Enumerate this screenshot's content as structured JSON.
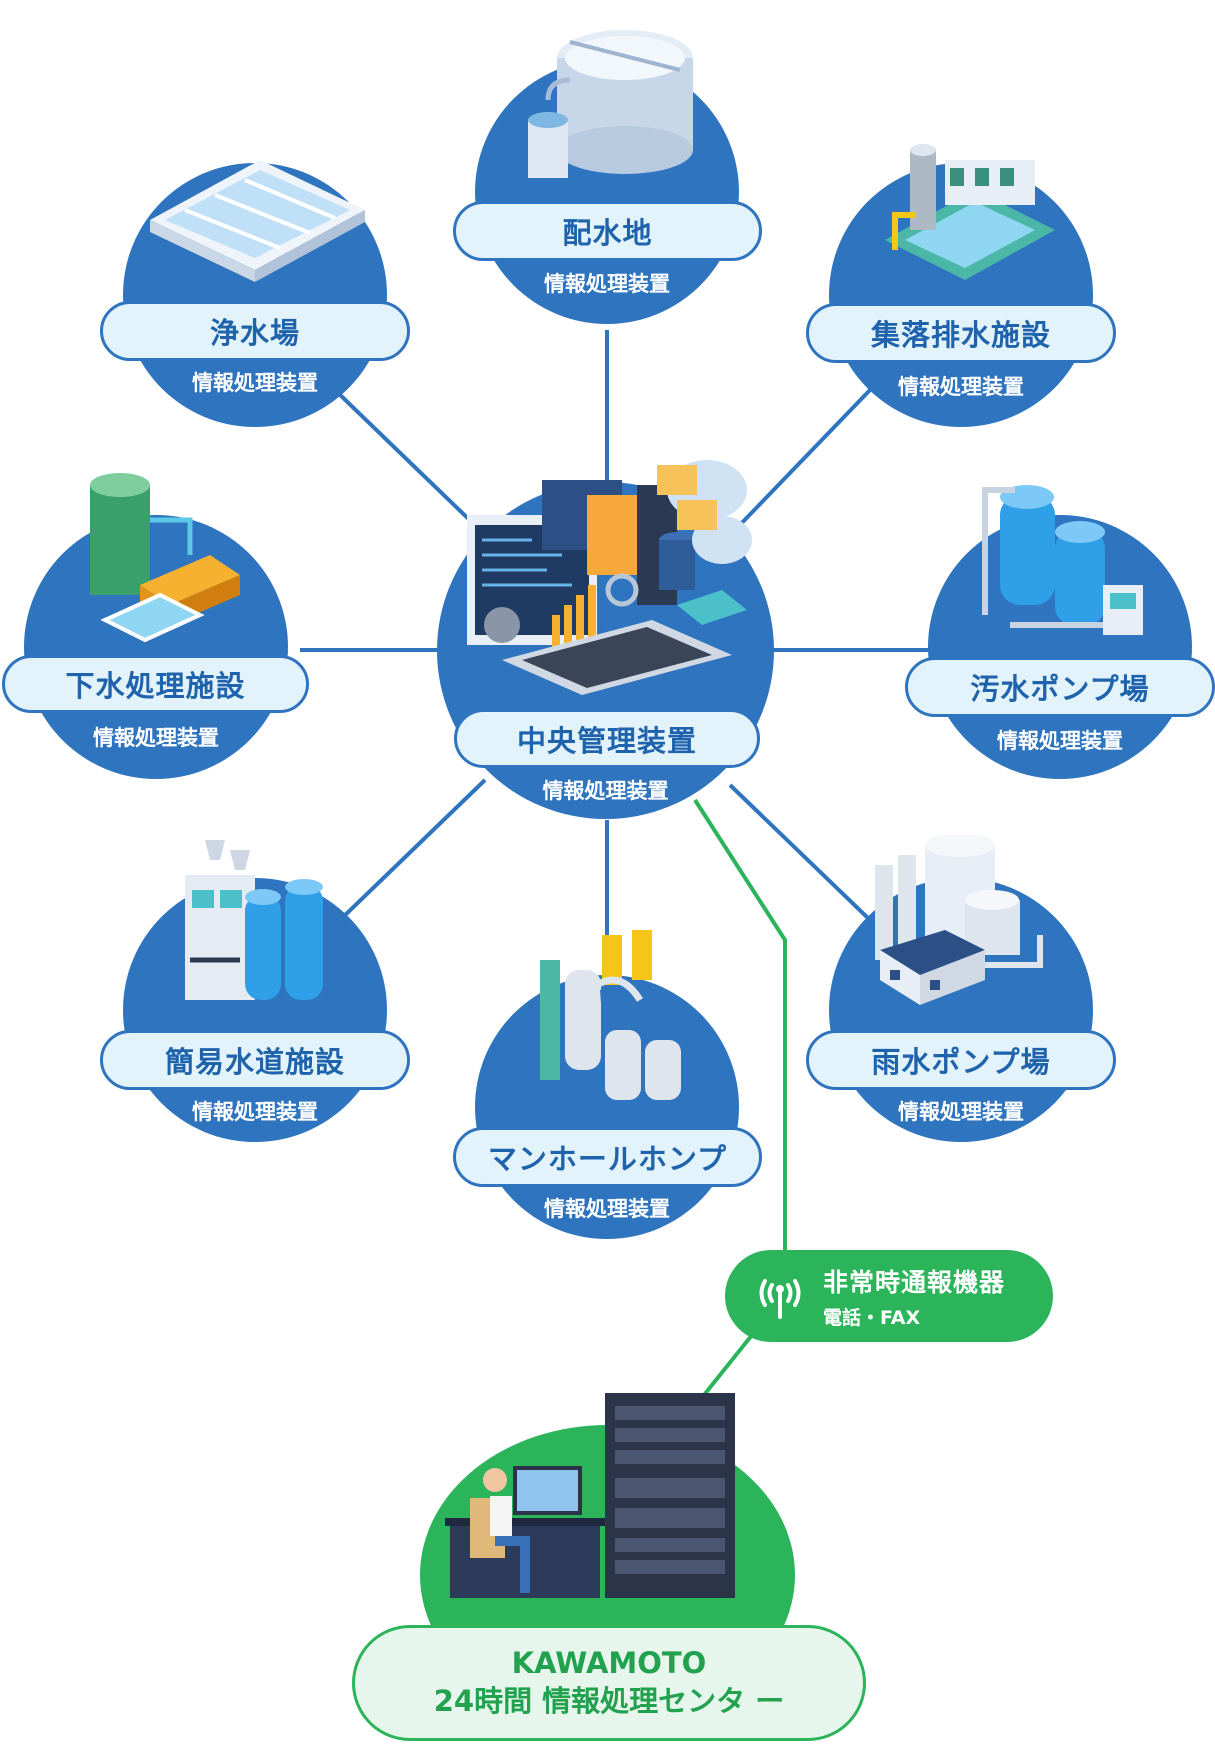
{
  "center": {
    "title": "中央管理装置",
    "subtitle": "情報処理装置"
  },
  "sites": [
    {
      "id": "haisuichi",
      "title": "配水地",
      "subtitle": "情報処理装置"
    },
    {
      "id": "josuijo",
      "title": "浄水場",
      "subtitle": "情報処理装置"
    },
    {
      "id": "shuraku",
      "title": "集落排水施設",
      "subtitle": "情報処理装置"
    },
    {
      "id": "gesui",
      "title": "下水処理施設",
      "subtitle": "情報処理装置"
    },
    {
      "id": "osui",
      "title": "汚水ポンプ場",
      "subtitle": "情報処理装置"
    },
    {
      "id": "kan-i",
      "title": "簡易水道施設",
      "subtitle": "情報処理装置"
    },
    {
      "id": "manhole",
      "title": "マンホールホンプ",
      "subtitle": "情報処理装置"
    },
    {
      "id": "usui",
      "title": "雨水ポンプ場",
      "subtitle": "情報処理装置"
    }
  ],
  "emergency": {
    "title": "非常時通報機器",
    "subtitle": "電話・FAX",
    "icon": "antenna-icon"
  },
  "datacenter": {
    "line1": "KAWAMOTO",
    "line2": "24時間 情報処理センタ ー"
  },
  "colors": {
    "blue": "#2f74bf",
    "pill_bg": "#e3f3fc",
    "green": "#2bb45a",
    "green_bg": "#e6f6ec"
  }
}
